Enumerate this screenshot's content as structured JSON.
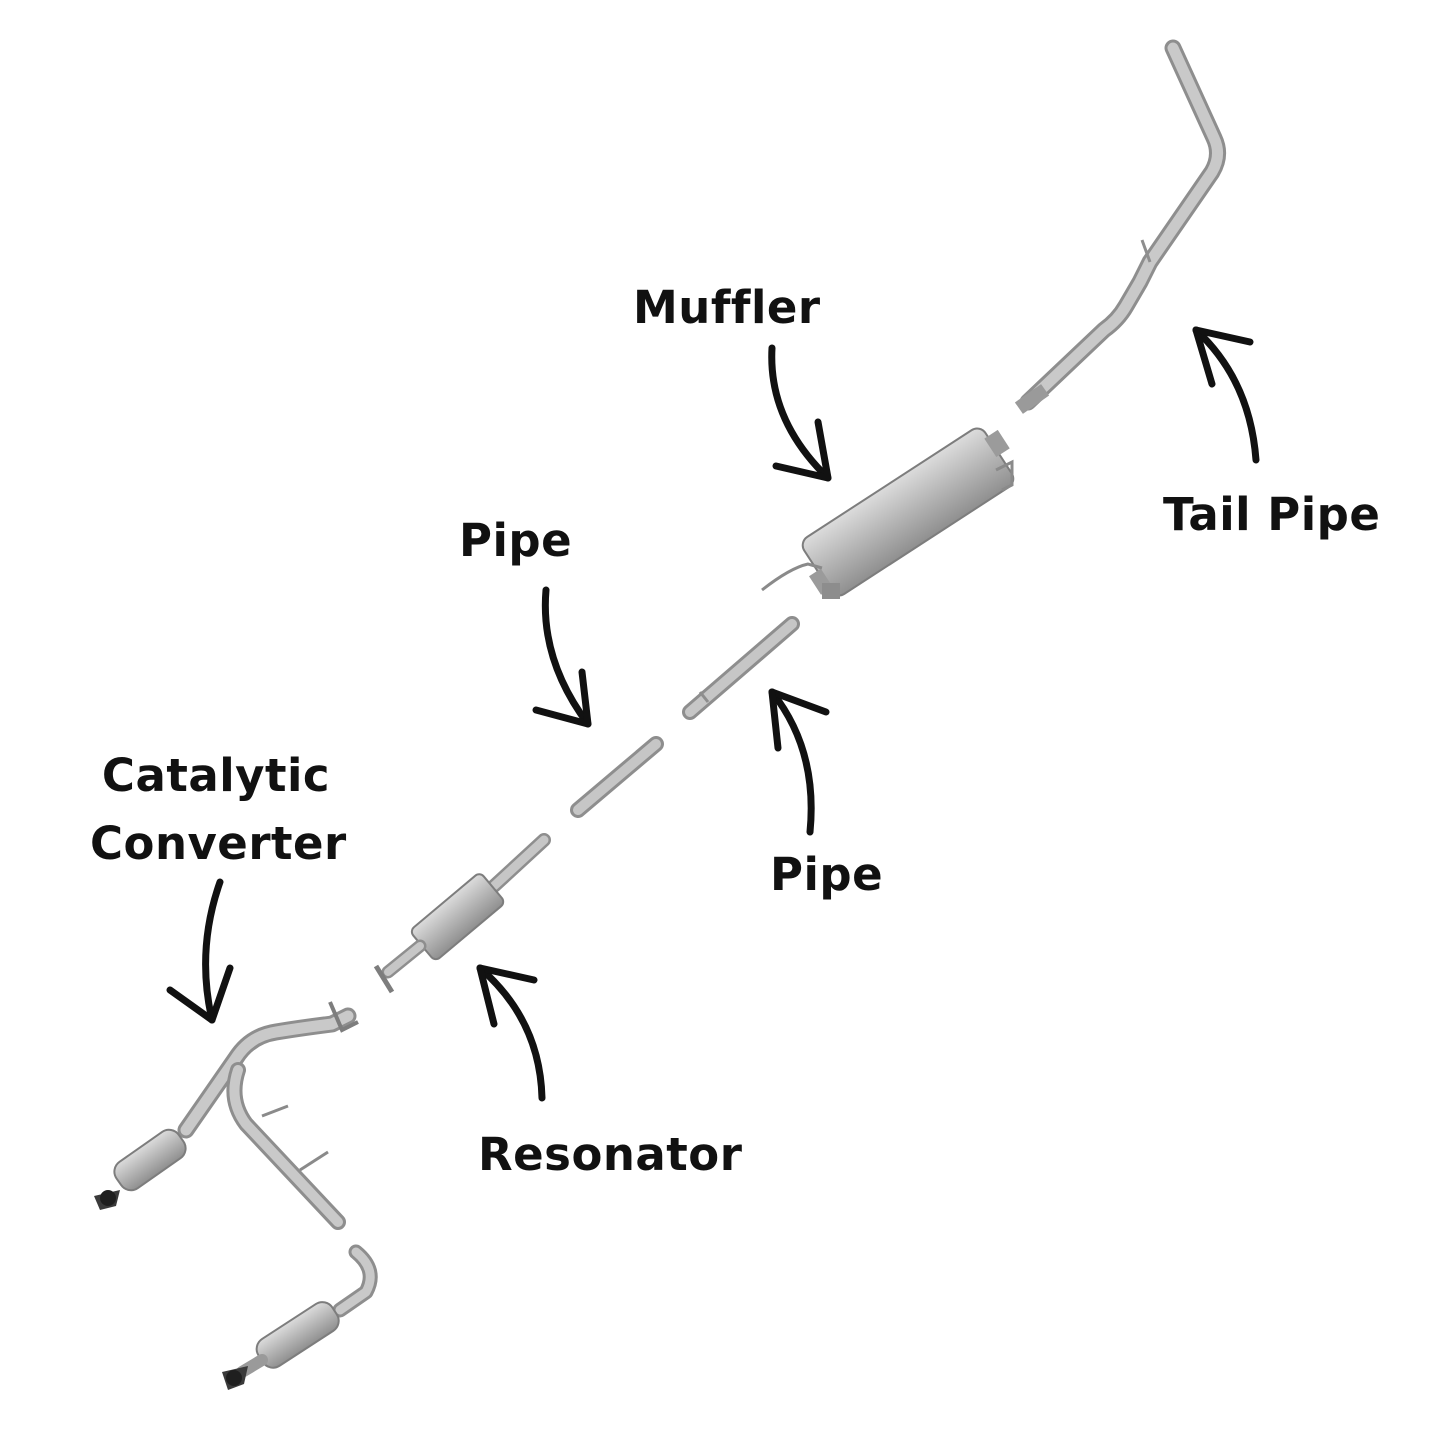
{
  "labels": {
    "muffler": "Muffler",
    "tail_pipe": "Tail Pipe",
    "pipe_upper": "Pipe",
    "pipe_lower": "Pipe",
    "catalytic_line1": "Catalytic",
    "catalytic_line2": "Converter",
    "resonator": "Resonator"
  },
  "colors": {
    "metal_light": "#d2d2d2",
    "metal": "#b7b7b7",
    "metal_dark": "#8e8e8e",
    "ink": "#111111",
    "background": "#ffffff"
  }
}
